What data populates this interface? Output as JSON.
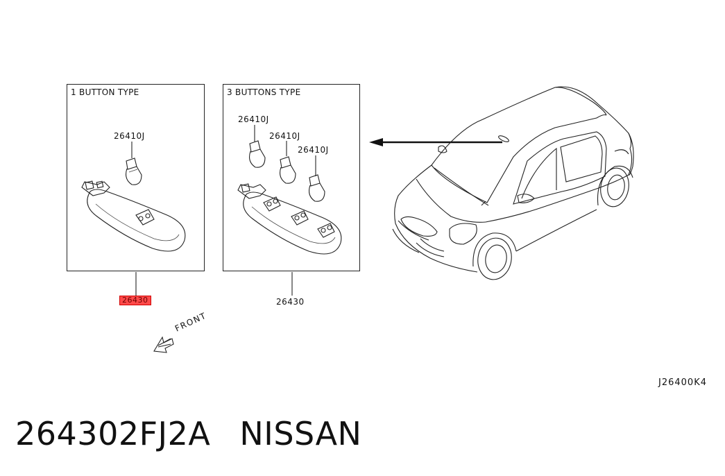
{
  "panels": {
    "one_button": {
      "title": "1 BUTTON TYPE",
      "bulb_label": "26410J",
      "part_label": "26430"
    },
    "three_buttons": {
      "title": "3 BUTTONS TYPE",
      "bulb_labels": [
        "26410J",
        "26410J",
        "26410J"
      ],
      "part_label": "26430"
    }
  },
  "front_label": "FRONT",
  "diagram_code": "J26400K4",
  "footer": {
    "part_number": "264302FJ2A",
    "brand": "NISSAN"
  },
  "colors": {
    "line": "#222222",
    "highlight": "#ff4a4a"
  }
}
